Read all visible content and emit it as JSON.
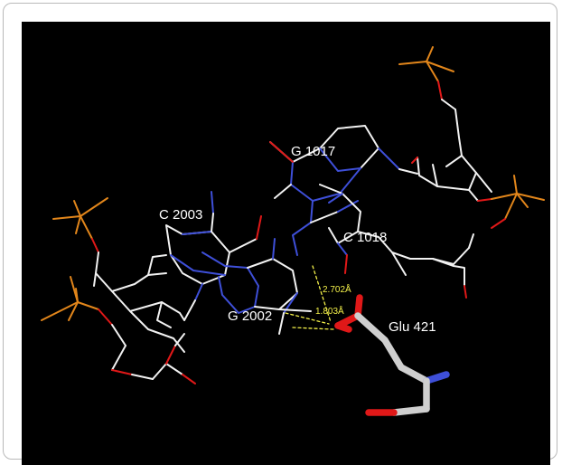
{
  "labels": {
    "g1017": "G 1017",
    "c2003": "C 2003",
    "c1018": "C 1018",
    "g2002": "G 2002",
    "glu421": "Glu 421"
  },
  "distances": {
    "d1": "2.702Å",
    "d2": "1.803Å"
  },
  "colors": {
    "background": "#000000",
    "carbon": "#f2f2f2",
    "nitrogen": "#3e4fd8",
    "oxygen": "#e01818",
    "phosphorus": "#e2861b",
    "hbond": "#f4f14a",
    "label": "#ffffff"
  }
}
